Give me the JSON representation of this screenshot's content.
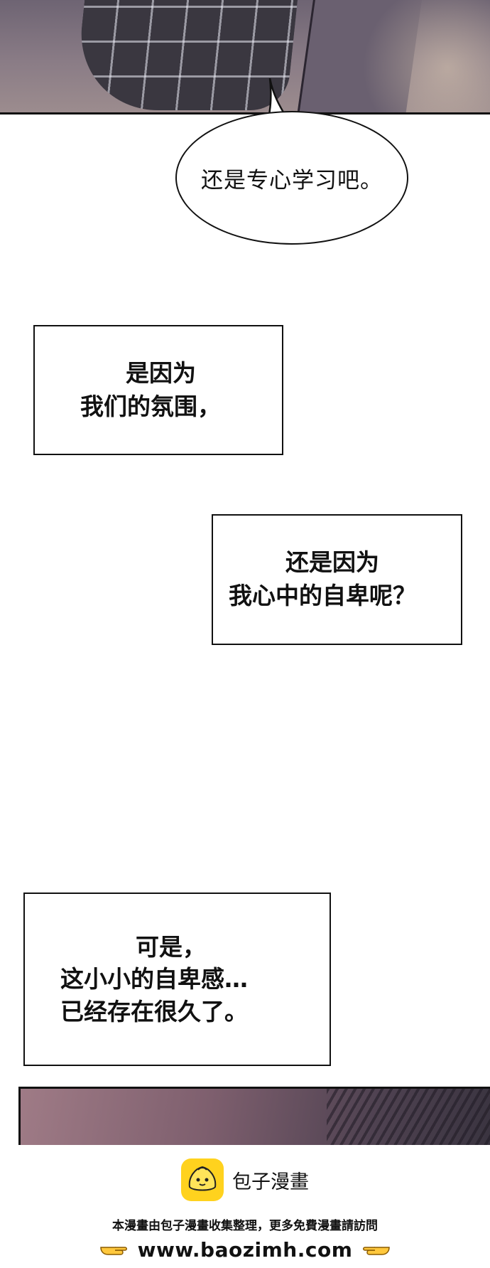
{
  "speech_bubble": {
    "text": "还是专心学习吧。"
  },
  "captions": [
    {
      "lines": [
        "是因为",
        "我们的氛围，"
      ]
    },
    {
      "lines": [
        "还是因为",
        "我心中的自卑呢？"
      ]
    },
    {
      "lines": [
        "可是，",
        "这小小的自卑感…",
        "已经存在很久了。"
      ]
    }
  ],
  "footer": {
    "brand": "包子漫畫",
    "notice": "本漫畫由包子漫畫收集整理，更多免費漫畫請訪問",
    "url": "www.baozimh.com",
    "colors": {
      "logo": "#ffd21e"
    }
  }
}
